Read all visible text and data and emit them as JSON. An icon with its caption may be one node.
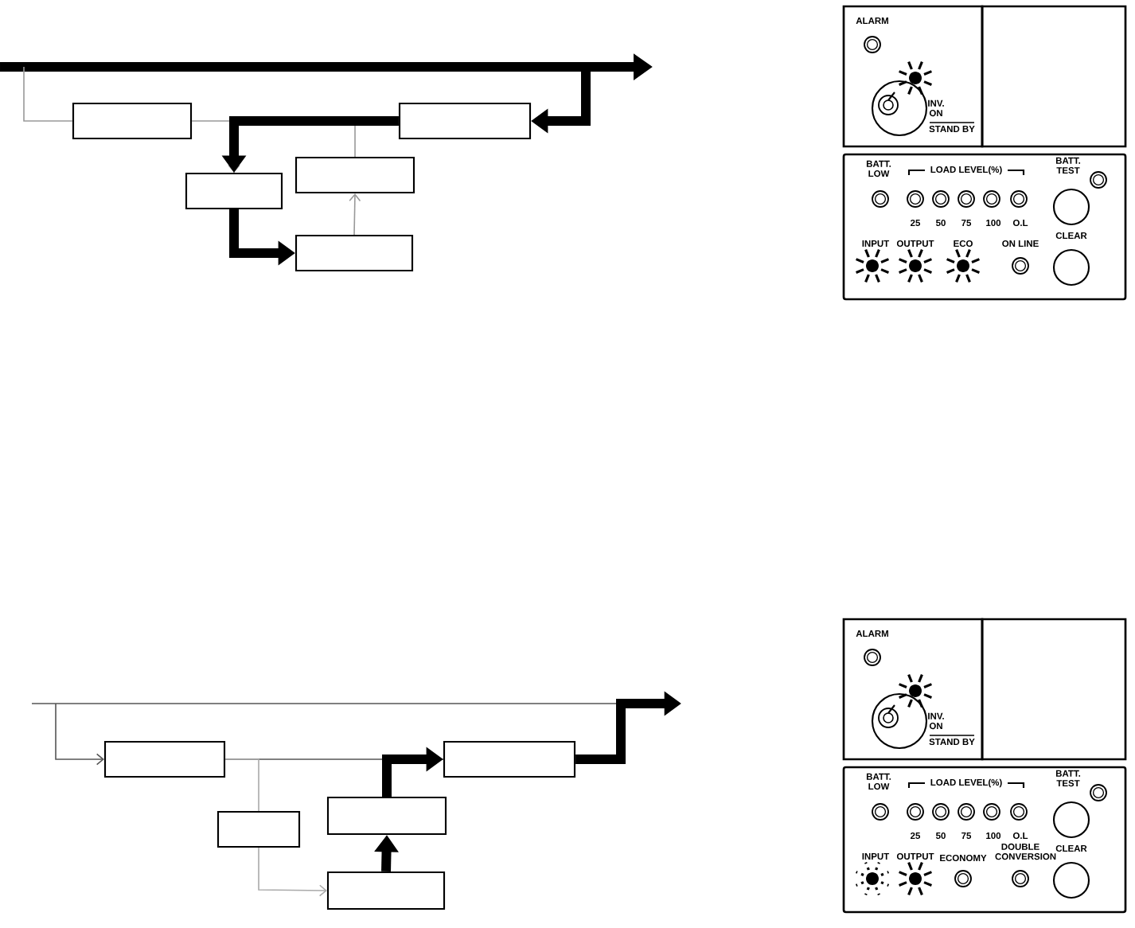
{
  "diagram": {
    "nodes": [
      {
        "text": [],
        "shape": "box"
      },
      {
        "text": [],
        "shape": "box"
      },
      {
        "text": [],
        "shape": "box"
      },
      {
        "text": [],
        "shape": "box"
      },
      {
        "text": [],
        "shape": "box"
      },
      {
        "text": [],
        "shape": "box"
      },
      {
        "text": [],
        "shape": "box"
      },
      {
        "text": [],
        "shape": "box"
      },
      {
        "text": [],
        "shape": "box"
      },
      {
        "text": [],
        "shape": "box"
      }
    ],
    "edges": [
      {
        "from": null,
        "to": 1,
        "arrow": "to",
        "style": "thick",
        "color": "#000000"
      },
      {
        "from": 1,
        "to": 2,
        "arrow": "to",
        "style": "thick",
        "color": "#000000"
      },
      {
        "from": 2,
        "to": 4,
        "arrow": "to",
        "style": "thick",
        "color": "#000000"
      },
      {
        "from": null,
        "to": 0,
        "arrow": "none",
        "color": "#999999"
      },
      {
        "from": 0,
        "to": 2,
        "arrow": "none",
        "color": "#999999"
      },
      {
        "from": 4,
        "to": 3,
        "arrow": "to",
        "color": "#999999"
      },
      {
        "from": 3,
        "to": 2,
        "arrow": "to",
        "color": "#999999"
      },
      {
        "from": null,
        "to": 5,
        "arrow": "to",
        "color": "#555555"
      },
      {
        "from": 5,
        "to": 6,
        "arrow": "none",
        "color": "#555555"
      },
      {
        "from": 5,
        "to": 7,
        "arrow": "none",
        "color": "#aaaaaa"
      },
      {
        "from": 7,
        "to": 9,
        "arrow": "to",
        "color": "#aaaaaa"
      },
      {
        "from": 9,
        "to": 8,
        "arrow": "to",
        "style": "thick",
        "color": "#000000"
      },
      {
        "from": 8,
        "to": 6,
        "arrow": "to",
        "style": "thick",
        "color": "#000000"
      },
      {
        "from": 6,
        "to": null,
        "arrow": "to",
        "style": "thick",
        "color": "#000000"
      }
    ],
    "labels": [
      "ALARM",
      "INV. ON",
      "STAND BY",
      "BATT. LOW",
      "LOAD LEVEL(%)",
      "BATT. TEST",
      "25",
      "50",
      "75",
      "100",
      "O.L",
      "INPUT",
      "OUTPUT",
      "ECO",
      "ON LINE",
      "CLEAR",
      "ALARM",
      "INV. ON",
      "STAND BY",
      "BATT. LOW",
      "LOAD LEVEL(%)",
      "BATT. TEST",
      "25",
      "50",
      "75",
      "100",
      "O.L",
      "INPUT",
      "OUTPUT",
      "ECONOMY",
      "DOUBLE CONVERSION",
      "CLEAR"
    ]
  }
}
